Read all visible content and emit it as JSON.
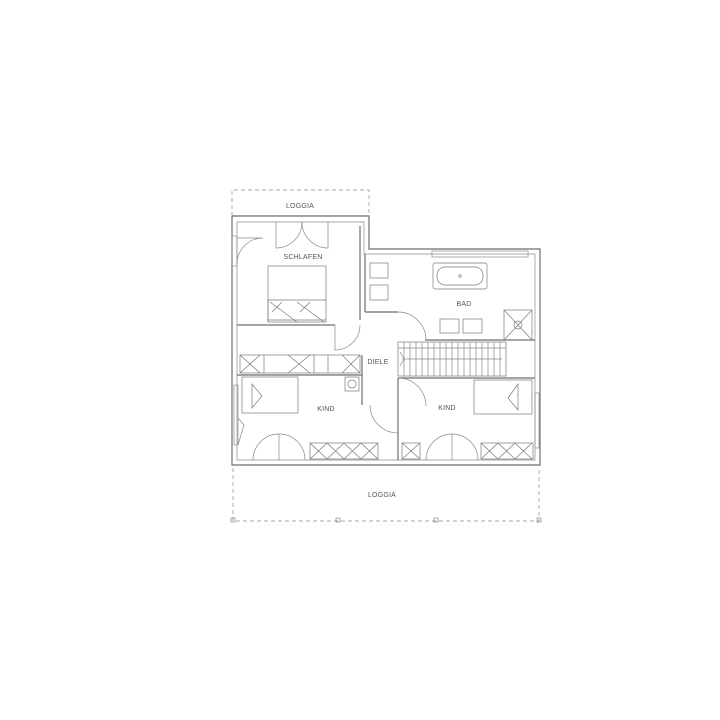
{
  "labels": {
    "loggia_top": "LOGGIA",
    "schlafen": "SCHLAFEN",
    "bad": "BAD",
    "diele": "DIELE",
    "kind_left": "KIND",
    "kind_right": "KIND",
    "loggia_bottom": "LOGGIA"
  },
  "colors": {
    "line": "#6e6e6e",
    "text": "#555555",
    "background": "#ffffff"
  }
}
